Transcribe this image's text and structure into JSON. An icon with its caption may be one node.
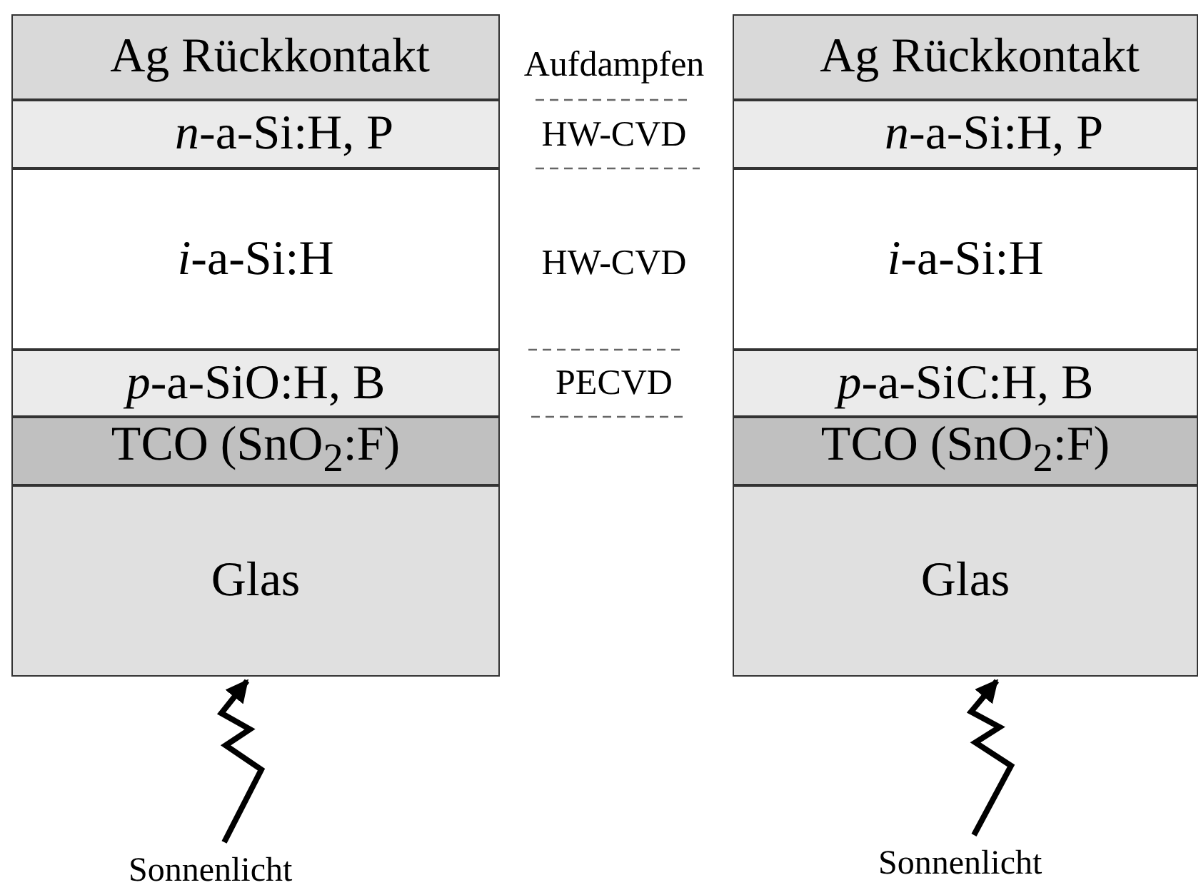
{
  "diagram": {
    "nodes": [
      {
        "text": [
          "Ag Rückkontakt"
        ]
      },
      {
        "text": [
          "*n*-a-Si:H, P"
        ]
      },
      {
        "text": [
          "*i*-a-Si:H"
        ]
      },
      {
        "text": [
          "*p*-a-SiO:H, B"
        ]
      },
      {
        "text": [
          "TCO (SnO$_{2}$:F)"
        ]
      },
      {
        "text": [
          "Glas"
        ]
      },
      {
        "text": [
          "Ag Rückkontakt"
        ]
      },
      {
        "text": [
          "*n*-a-Si:H, P"
        ]
      },
      {
        "text": [
          "*i*-a-Si:H"
        ]
      },
      {
        "text": [
          "*p*-a-SiC:H, B"
        ]
      },
      {
        "text": [
          "TCO (SnO$_{2}$:F)"
        ]
      },
      {
        "text": [
          "Glas"
        ]
      },
      {
        "text": [
          "Sonnenlicht"
        ]
      },
      {
        "text": [
          "Sonnenlicht"
        ]
      }
    ],
    "edges": [
      {
        "from": 12,
        "to": 5,
        "arrow": "to"
      },
      {
        "from": 13,
        "to": 11,
        "arrow": "to"
      }
    ],
    "labels": [
      "Aufdampfen",
      "HW-CVD",
      "HW-CVD",
      "PECVD"
    ]
  }
}
